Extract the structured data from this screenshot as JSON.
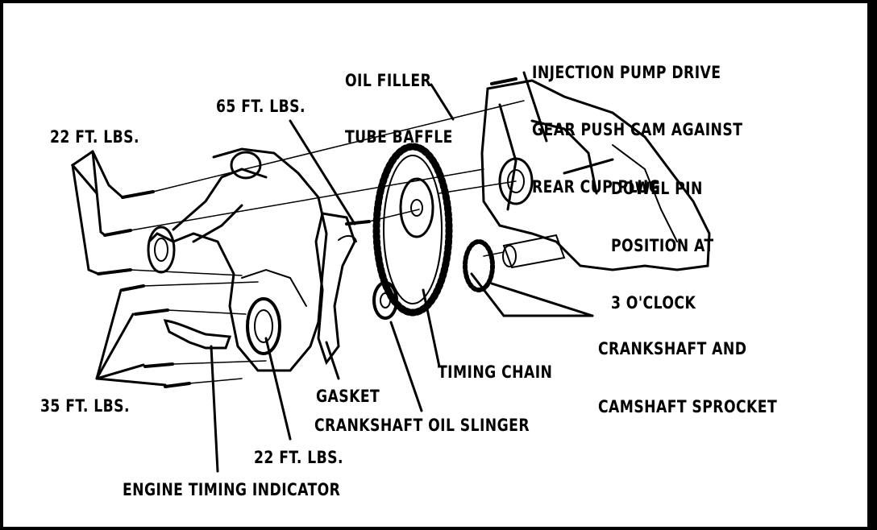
{
  "labels": {
    "oil_filler_baffle": [
      "OIL FILLER",
      "TUBE BAFFLE"
    ],
    "injection_pump": [
      "INJECTION PUMP DRIVE",
      "GEAR PUSH CAM AGAINST",
      "REAR CUP PLUG"
    ],
    "torque_65": "65 FT. LBS.",
    "torque_22_top": "22 FT. LBS.",
    "dowel_pin": [
      "DOWEL PIN",
      "POSITION AT",
      "3 O'CLOCK"
    ],
    "crank_cam_sprocket": [
      "CRANKSHAFT AND",
      "CAMSHAFT SPROCKET"
    ],
    "timing_chain": "TIMING CHAIN",
    "gasket": "GASKET",
    "crank_oil_slinger": "CRANKSHAFT OIL SLINGER",
    "torque_35": "35 FT. LBS.",
    "torque_22_bottom": "22 FT. LBS.",
    "engine_timing_indicator": "ENGINE TIMING INDICATOR"
  },
  "colors": {
    "ink": "#000000",
    "paper": "#ffffff"
  }
}
